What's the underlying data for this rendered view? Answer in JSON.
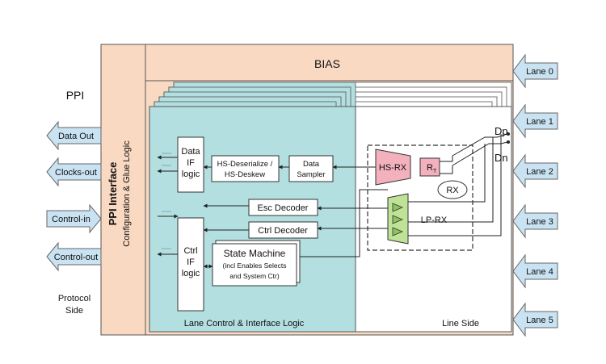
{
  "left": {
    "ppi_heading": "PPI",
    "data_out": "Data Out",
    "clocks_out": "Clocks-out",
    "control_in": "Control-in",
    "control_out": "Control-out",
    "protocol_line1": "Protocol",
    "protocol_line2": "Side"
  },
  "interface": {
    "title": "PPI Interface",
    "subtitle": "Configuration & Glue Logic"
  },
  "bias": "BIAS",
  "blocks": {
    "data_if": [
      "Data",
      "IF",
      "logic"
    ],
    "hs_deserialize": [
      "HS-Deserialize /",
      "HS-Deskew"
    ],
    "data_sampler": [
      "Data",
      "Sampler"
    ],
    "esc_decoder": "Esc Decoder",
    "ctrl_decoder": "Ctrl Decoder",
    "ctrl_if": [
      "Ctrl",
      "IF",
      "logic"
    ],
    "state_machine_title": "State Machine",
    "state_machine_sub": [
      "(incl Enables Selects",
      "and System Ctr)"
    ]
  },
  "analog": {
    "hs_rx": "HS-RX",
    "rt": "R",
    "rt_sub": "T",
    "rx": "RX",
    "lp_rx": "LP-RX",
    "dp": "Dp",
    "dn": "Dn"
  },
  "footer": {
    "lane_control": "Lane Control & Interface Logic",
    "line_side": "Line Side"
  },
  "lanes": [
    "Lane 0",
    "Lane 1",
    "Lane 2",
    "Lane 3",
    "Lane 4",
    "Lane 5"
  ],
  "colors": {
    "peach": "#f9d9c2",
    "teal": "#b3dfe0",
    "arrow_blue": "#c9e3f3",
    "hs_pink": "#f2b1bd",
    "lp_green": "#bfe396"
  }
}
